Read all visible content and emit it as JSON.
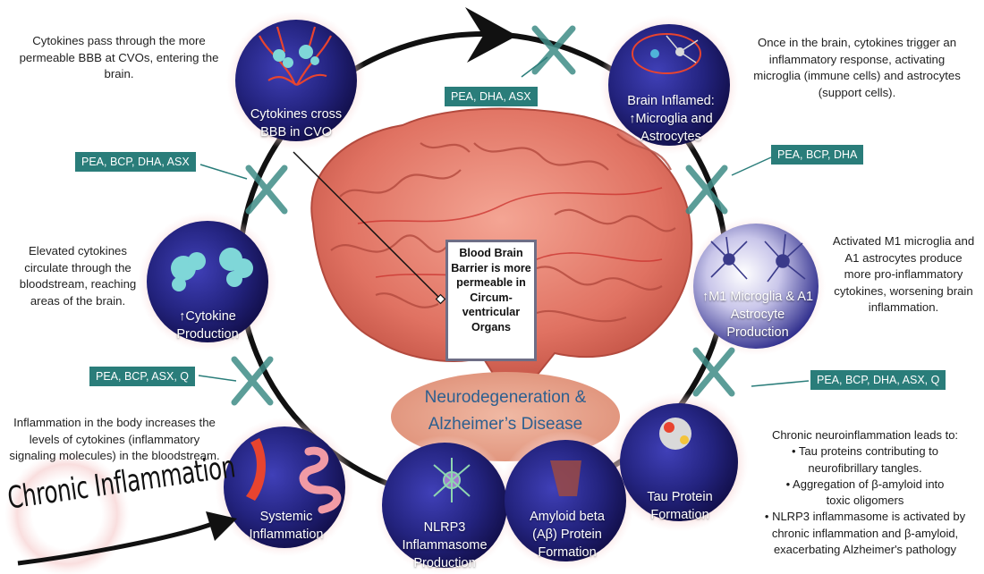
{
  "nodes": {
    "cytokine_production": "↑Cytokine Production",
    "cytokines_cross_bbb": "Cytokines cross BBB in CVO",
    "brain_inflamed": "Brain Inflamed: ↑Microglia and Astrocytes",
    "m1_a1": "↑M1 Microglia & A1 Astrocyte Production",
    "tau": "Tau Protein Formation",
    "amyloid": "Amyloid beta (Aβ) Protein Formation",
    "nlrp3": "NLRP3 Inflammasome Production",
    "systemic": "Systemic Inflammation"
  },
  "descriptions": {
    "cvo": "Cytokines pass through the more permeable BBB at CVOs, entering the brain.",
    "brain": "Once in the brain, cytokines trigger an inflammatory response, activating microglia (immune cells) and astrocytes (support cells).",
    "elevated": "Elevated cytokines circulate through the bloodstream, reaching areas of the brain.",
    "activated": "Activated M1 microglia and A1 astrocytes produce more pro-inflammatory cytokines, worsening brain inflammation.",
    "inflammation": "Inflammation in the body increases the levels of cytokines (inflammatory signaling molecules) in the bloodstream."
  },
  "tags": {
    "top": "PEA, DHA, ASX",
    "left_upper": "PEA, BCP, DHA, ASX",
    "right_upper": "PEA, BCP, DHA",
    "left_lower": "PEA, BCP, ASX, Q",
    "right_lower": "PEA, BCP, DHA, ASX, Q"
  },
  "bbb_box": "Blood Brain Barrier is more permeable in Circum-ventricular Organs",
  "neuro": {
    "line1": "Neurodegeneration &",
    "line2": "Alzheimer’s Disease"
  },
  "chronic_title": "Chronic Inflammation",
  "chronic_effects": {
    "intro": "Chronic neuroinflammation leads to:",
    "items": [
      "Tau proteins contributing to neurofibrillary tangles.",
      "Aggregation of β-amyloid into toxic oligomers",
      "NLRP3 inflammasome is activated by chronic inflammation and β-amyloid, exacerbating Alzheimer's pathology"
    ]
  },
  "colors": {
    "teal_tag": "#2a7d7a",
    "node_dark": "#1c1f6e",
    "node_mid": "#3a3aa8",
    "brain": "#d9655a",
    "neuro_blob": "#e29a82",
    "neuro_text": "#2d5f8f"
  }
}
